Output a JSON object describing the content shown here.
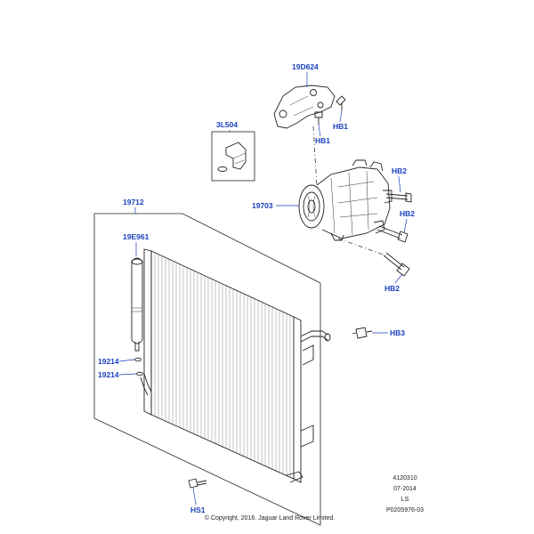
{
  "callouts": {
    "bracket": "19D624",
    "hb1_right": "HB1",
    "hb1_lower": "HB1",
    "cap_kit": "3L504",
    "hb2_top": "HB2",
    "compressor": "19703",
    "hb2_mid": "HB2",
    "condenser": "19712",
    "hb2_low": "HB2",
    "receiver_drier": "19E961",
    "hb3": "HB3",
    "oring_1": "19214",
    "oring_2": "19214",
    "hs1": "HS1"
  },
  "meta": {
    "code": "4120310",
    "date": "07-2014",
    "initials": "LS",
    "part_ref": "P0205976-03"
  },
  "copyright": "© Copyright, 2016. Jaguar Land Rover Limited."
}
